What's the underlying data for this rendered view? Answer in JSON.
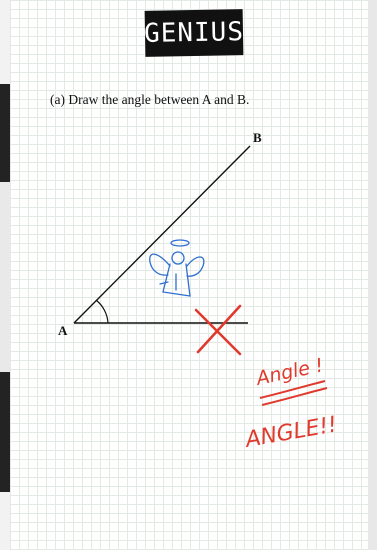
{
  "header": {
    "badge_label": "GENIUS"
  },
  "question": {
    "text": "(a)  Draw the angle between A and B."
  },
  "diagram": {
    "point_a_label": "A",
    "point_b_label": "B"
  },
  "annotations": {
    "line1": "Angle !",
    "line2": "ANGLE!!"
  },
  "colors": {
    "ink_red": "#e03a2e",
    "ink_blue": "#2f6fd1",
    "badge_bg": "#111111"
  },
  "icons": [
    "angel-icon",
    "cross-mark-icon"
  ]
}
